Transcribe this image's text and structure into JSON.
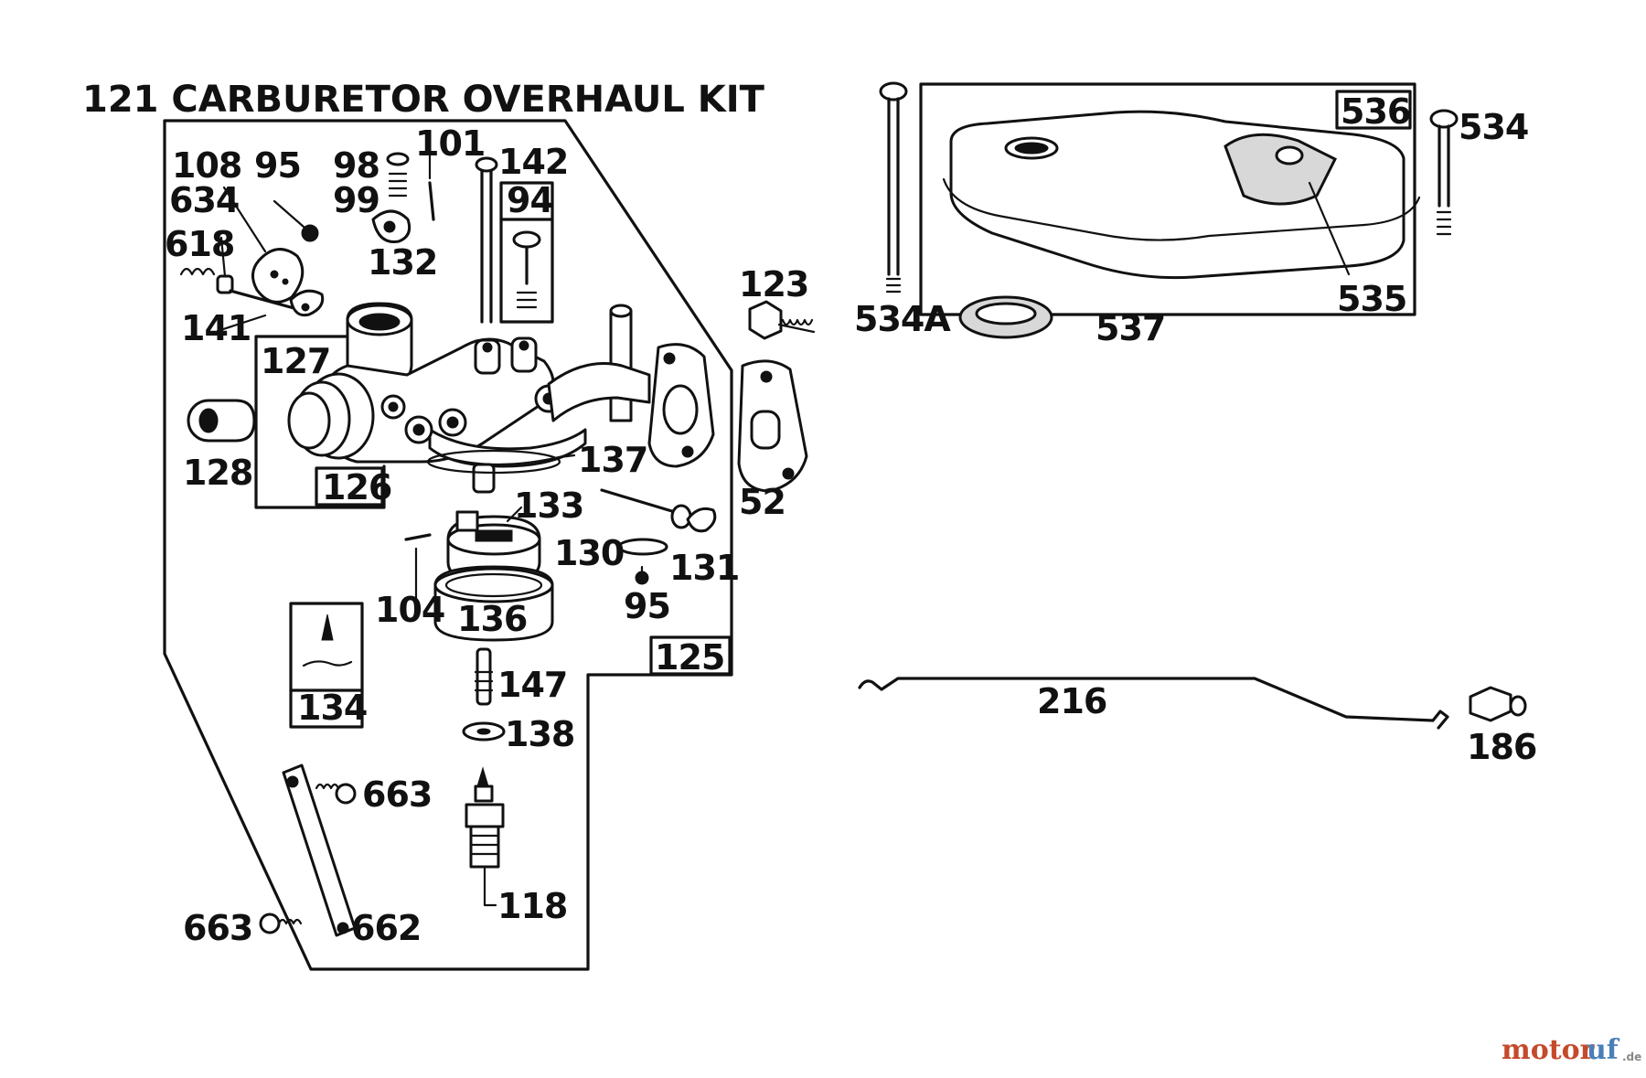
{
  "diagram": {
    "title": "121 CARBURETOR OVERHAUL KIT",
    "labels": {
      "l108": "108",
      "l95a": "95",
      "l98": "98",
      "l99": "99",
      "l101": "101",
      "l142": "142",
      "l634": "634",
      "l618": "618",
      "l132": "132",
      "l141": "141",
      "l127": "127",
      "l128": "128",
      "l126": "126",
      "l137": "137",
      "l123": "123",
      "l52": "52",
      "l133": "133",
      "l104": "104",
      "l136": "136",
      "l130": "130",
      "l131": "131",
      "l95b": "95",
      "l147": "147",
      "l138": "138",
      "l663a": "663",
      "l118": "118",
      "l663b": "663",
      "l662": "662",
      "l534A": "534A",
      "l537": "537",
      "l534": "534",
      "l535": "535",
      "l216": "216",
      "l186": "186"
    },
    "boxed_labels": {
      "b94": "94",
      "b125": "125",
      "b134": "134",
      "b536": "536"
    }
  },
  "watermark": {
    "text_a": "motor",
    "text_b": "uf",
    "suffix": ".de"
  }
}
